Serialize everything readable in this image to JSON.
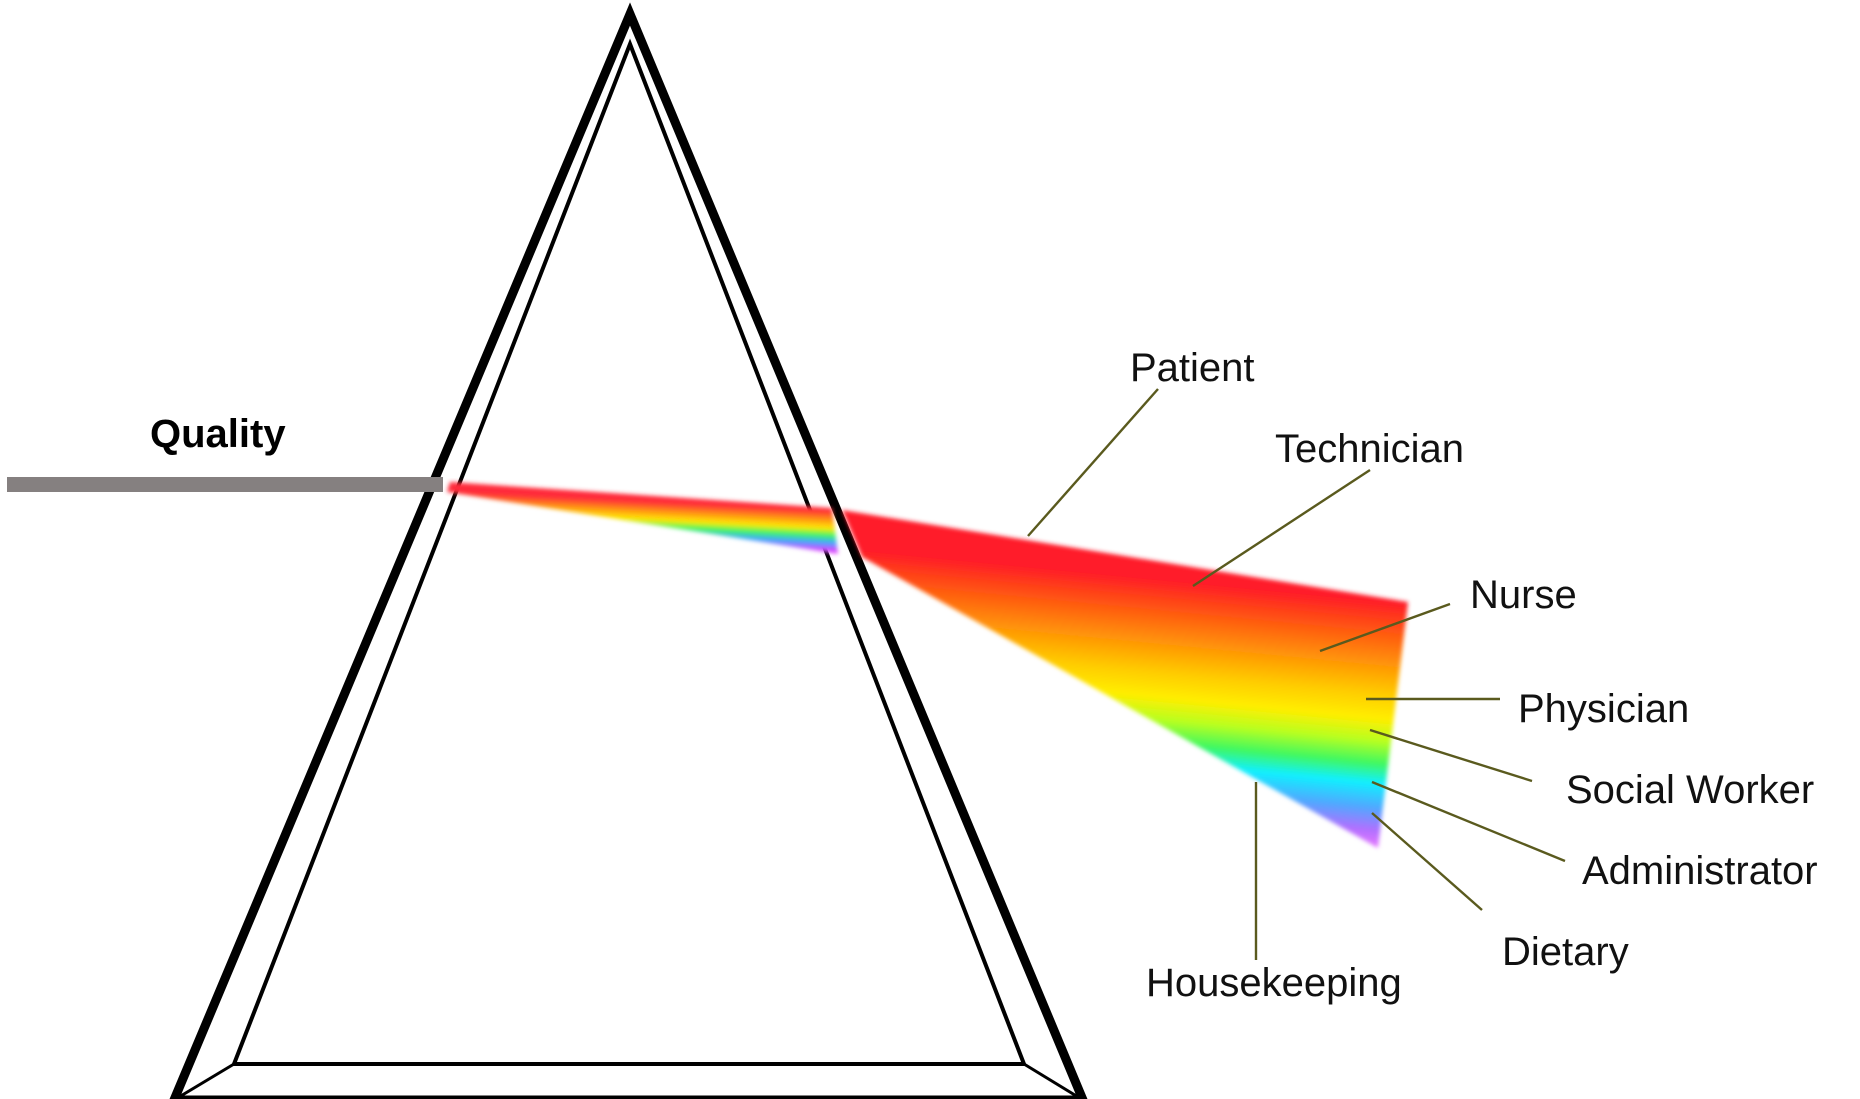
{
  "diagram": {
    "input_label": "Quality",
    "outputs": [
      {
        "id": "patient",
        "label": "Patient"
      },
      {
        "id": "technician",
        "label": "Technician"
      },
      {
        "id": "nurse",
        "label": "Nurse"
      },
      {
        "id": "physician",
        "label": "Physician"
      },
      {
        "id": "social-worker",
        "label": "Social Worker"
      },
      {
        "id": "administrator",
        "label": "Administrator"
      },
      {
        "id": "dietary",
        "label": "Dietary"
      },
      {
        "id": "housekeeping",
        "label": "Housekeeping"
      }
    ],
    "colors": {
      "input_beam": "#858080",
      "leader": "#5a5a1e",
      "spectrum": [
        "#ff1a2a",
        "#ff6a10",
        "#ffb000",
        "#ffee00",
        "#b8ff20",
        "#40f860",
        "#10f0ff",
        "#50a8ff",
        "#b070ff",
        "#e878ff"
      ]
    }
  }
}
